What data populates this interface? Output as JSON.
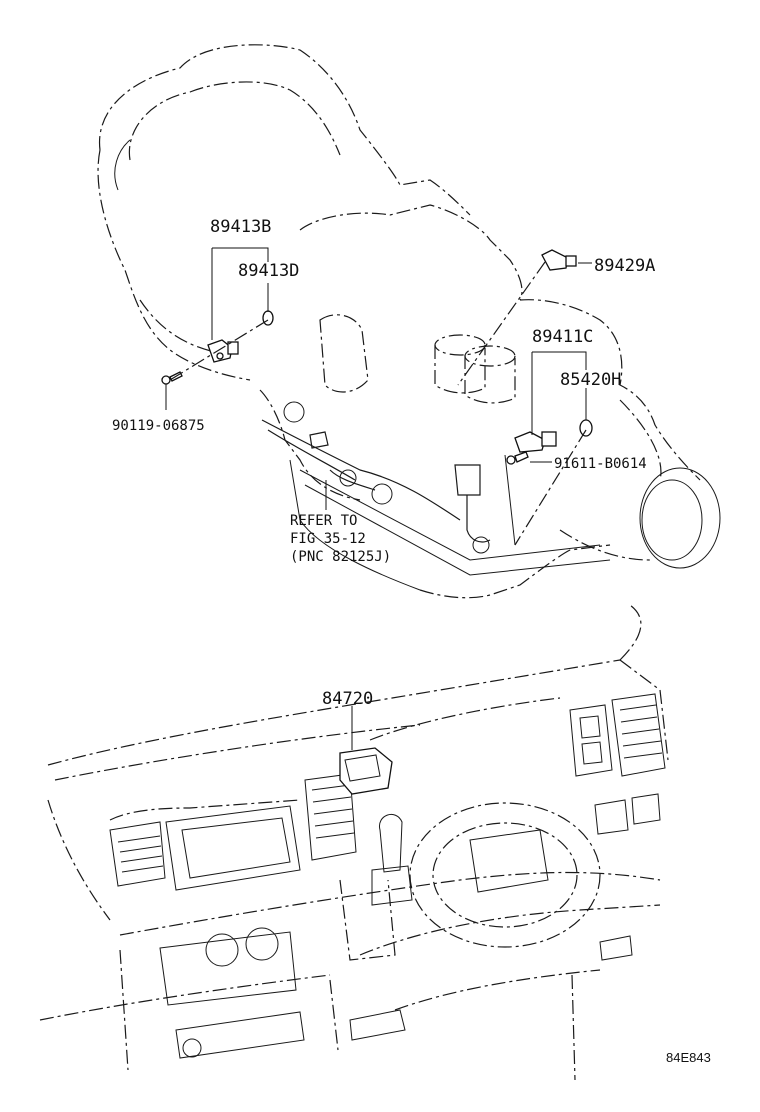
{
  "callouts": {
    "p89413B": "89413B",
    "p89413D": "89413D",
    "p89429A": "89429A",
    "p89411C": "89411C",
    "p85420H": "85420H",
    "p90119": "90119-06875",
    "p91611": "91611-B0614",
    "p84720": "84720"
  },
  "reference_note": {
    "line1": "REFER TO",
    "line2": "FIG 35-12",
    "line3": "(PNC 82125J)"
  },
  "illustration_code": "84E843"
}
